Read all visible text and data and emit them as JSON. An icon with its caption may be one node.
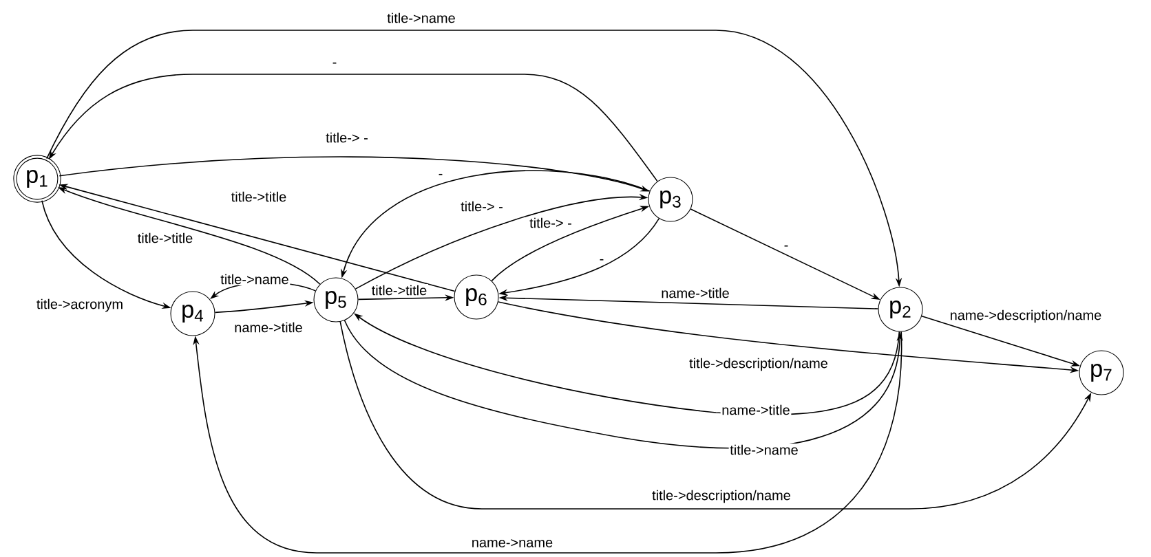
{
  "diagram": {
    "nodes": [
      {
        "text": [
          "p$_{1}$"
        ]
      },
      {
        "text": [
          "p$_{2}$"
        ]
      },
      {
        "text": [
          "p$_{3}$"
        ]
      },
      {
        "text": [
          "p$_{4}$"
        ]
      },
      {
        "text": [
          "p$_{5}$"
        ]
      },
      {
        "text": [
          "p$_{6}$"
        ]
      },
      {
        "text": [
          "p$_{7}$"
        ]
      }
    ],
    "edges": [
      {
        "from": 0,
        "to": 1,
        "arrow": "to",
        "label": "title->name"
      },
      {
        "from": 2,
        "to": 0,
        "arrow": "to",
        "label": "-"
      },
      {
        "from": 0,
        "to": 2,
        "arrow": "to",
        "label": "title-> -"
      },
      {
        "from": 5,
        "to": 0,
        "arrow": "to",
        "label": "title->title"
      },
      {
        "from": 4,
        "to": 0,
        "arrow": "to",
        "label": "title->title"
      },
      {
        "from": 0,
        "to": 3,
        "arrow": "to",
        "label": "title->acronym"
      },
      {
        "from": 2,
        "to": 4,
        "arrow": "to",
        "label": "-"
      },
      {
        "from": 4,
        "to": 2,
        "arrow": "to",
        "label": "title-> -"
      },
      {
        "from": 5,
        "to": 2,
        "arrow": "to",
        "label": "title-> -"
      },
      {
        "from": 2,
        "to": 5,
        "arrow": "to",
        "label": "-"
      },
      {
        "from": 4,
        "to": 3,
        "arrow": "to",
        "label": "title->name"
      },
      {
        "from": 3,
        "to": 4,
        "arrow": "to",
        "label": "name->title"
      },
      {
        "from": 4,
        "to": 5,
        "arrow": "to",
        "label": "title->title"
      },
      {
        "from": 2,
        "to": 1,
        "arrow": "to",
        "label": "-"
      },
      {
        "from": 1,
        "to": 5,
        "arrow": "to",
        "label": "name->title"
      },
      {
        "from": 5,
        "to": 6,
        "arrow": "to",
        "label": "title->description/name"
      },
      {
        "from": 1,
        "to": 4,
        "arrow": "to",
        "label": "name->title"
      },
      {
        "from": 4,
        "to": 1,
        "arrow": "to",
        "label": "title->name"
      },
      {
        "from": 4,
        "to": 6,
        "arrow": "to",
        "label": "title->description/name"
      },
      {
        "from": 1,
        "to": 3,
        "arrow": "to",
        "label": "name->name"
      },
      {
        "from": 1,
        "to": 6,
        "arrow": "to",
        "label": "name->description/name"
      }
    ]
  }
}
